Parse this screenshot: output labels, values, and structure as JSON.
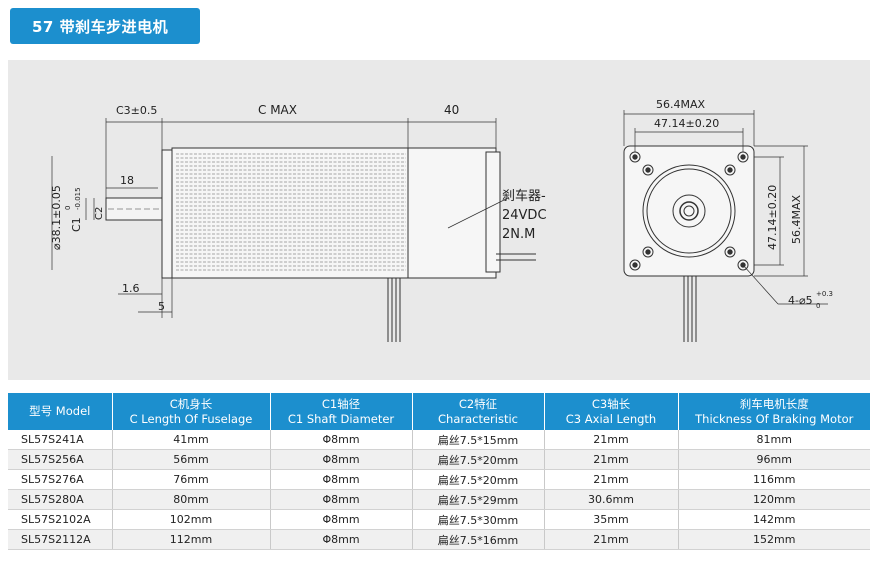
{
  "title": "57 带刹车步进电机",
  "drawing": {
    "side_view": {
      "c3": "C3±0.5",
      "c_max": "C MAX",
      "brake_len": "40",
      "d18": "18",
      "dia": "⌀38.1±0.05",
      "c1_main": "C1",
      "c1_sup": "0",
      "c1_sub": "-0.015",
      "c2": "C2",
      "d16": "1.6",
      "d5": "5",
      "brake_l1": "刹车器-",
      "brake_l2": "24VDC",
      "brake_l3": "2N.M"
    },
    "front_view": {
      "w_outer": "56.4MAX",
      "w_inner": "47.14±0.20",
      "h_inner": "47.14±0.20",
      "h_outer": "56.4MAX",
      "hole_main": "4-⌀5",
      "hole_sup": "+0.3",
      "hole_sub": "0"
    }
  },
  "table": {
    "headers": [
      {
        "l1": "型号 Model",
        "l2": ""
      },
      {
        "l1": "C机身长",
        "l2": "C Length Of Fuselage"
      },
      {
        "l1": "C1轴径",
        "l2": "C1 Shaft Diameter"
      },
      {
        "l1": "C2特征",
        "l2": "Characteristic"
      },
      {
        "l1": "C3轴长",
        "l2": "C3 Axial Length"
      },
      {
        "l1": "刹车电机长度",
        "l2": "Thickness Of Braking Motor"
      }
    ],
    "rows": [
      [
        "SL57S241A",
        "41mm",
        "Φ8mm",
        "扁丝7.5*15mm",
        "21mm",
        "81mm"
      ],
      [
        "SL57S256A",
        "56mm",
        "Φ8mm",
        "扁丝7.5*20mm",
        "21mm",
        "96mm"
      ],
      [
        "SL57S276A",
        "76mm",
        "Φ8mm",
        "扁丝7.5*20mm",
        "21mm",
        "116mm"
      ],
      [
        "SL57S280A",
        "80mm",
        "Φ8mm",
        "扁丝7.5*29mm",
        "30.6mm",
        "120mm"
      ],
      [
        "SL57S2102A",
        "102mm",
        "Φ8mm",
        "扁丝7.5*30mm",
        "35mm",
        "142mm"
      ],
      [
        "SL57S2112A",
        "112mm",
        "Φ8mm",
        "扁丝7.5*16mm",
        "21mm",
        "152mm"
      ]
    ]
  }
}
